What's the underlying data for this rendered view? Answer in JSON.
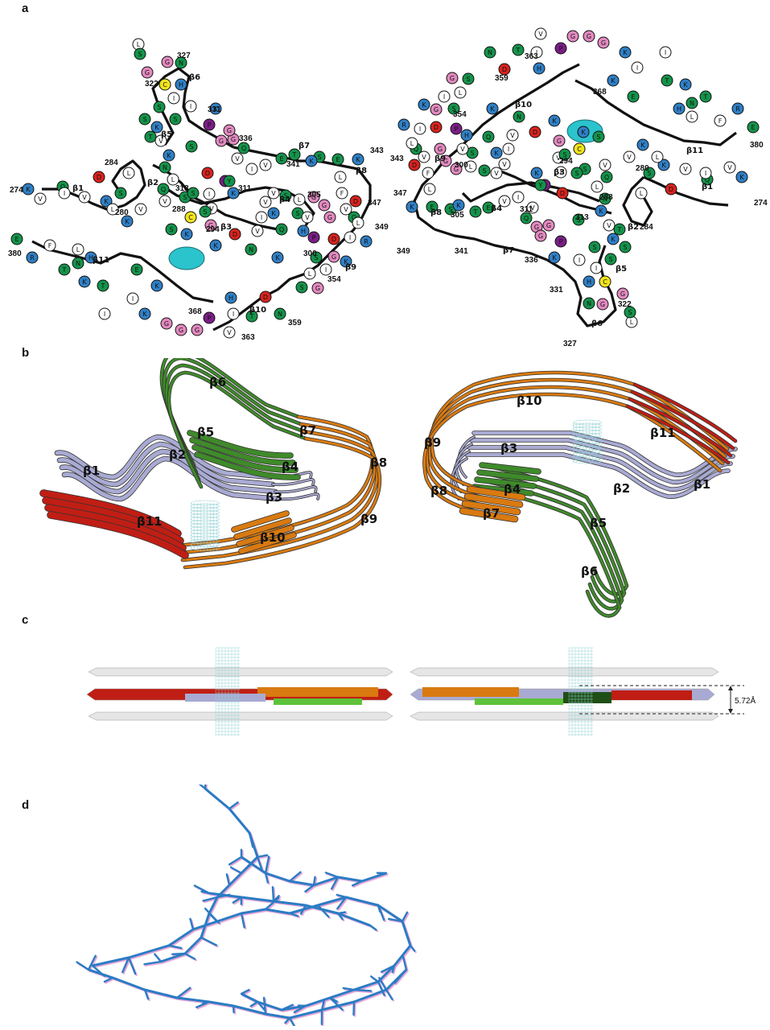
{
  "panels": {
    "a": "a",
    "b": "b",
    "c": "c",
    "d": "d"
  },
  "colors": {
    "hydrophobic": "#ffffff",
    "polar": "#14934a",
    "positive": "#2f7fc5",
    "negative": "#d8231e",
    "glycine": "#e28ac0",
    "proline": "#7a1e86",
    "cysteine": "#f2e41c",
    "histidine": "#2f7fc5",
    "density": "#2bc3cc",
    "ribbon_periwinkle": "#a9aad3",
    "ribbon_green": "#3f8a2a",
    "ribbon_orange": "#d97a11",
    "ribbon_red": "#c01e14",
    "ribbon_grey": "#d9d9d9",
    "stick_blue": "#2a7cc4",
    "stick_pink": "#e5a8d8"
  },
  "panel_a": {
    "protomer_left": {
      "strand_labels": [
        "β1",
        "β2",
        "β3",
        "β4",
        "β5",
        "β6",
        "β7",
        "β8",
        "β9",
        "β10",
        "β11"
      ],
      "numbers": [
        "274",
        "280",
        "284",
        "288",
        "294",
        "300",
        "305",
        "311",
        "313",
        "322",
        "327",
        "331",
        "336",
        "341",
        "343",
        "347",
        "349",
        "354",
        "359",
        "363",
        "368",
        "380"
      ]
    },
    "protomer_right": {
      "strand_labels": [
        "β1",
        "β2",
        "β3",
        "β4",
        "β5",
        "β6",
        "β7",
        "β8",
        "β9",
        "β10",
        "β11"
      ],
      "numbers": [
        "274",
        "280",
        "284",
        "288",
        "294",
        "300",
        "305",
        "311",
        "313",
        "322",
        "327",
        "331",
        "336",
        "341",
        "343",
        "347",
        "349",
        "354",
        "359",
        "363",
        "368",
        "380"
      ]
    }
  },
  "panel_b": {
    "left_labels": [
      "β1",
      "β2",
      "β3",
      "β4",
      "β5",
      "β6",
      "β7",
      "β8",
      "β9",
      "β10",
      "β11"
    ],
    "right_labels": [
      "β1",
      "β2",
      "β3",
      "β4",
      "β5",
      "β6",
      "β7",
      "β8",
      "β9",
      "β10",
      "β11"
    ]
  },
  "panel_c": {
    "spacing": "5.72Å"
  }
}
